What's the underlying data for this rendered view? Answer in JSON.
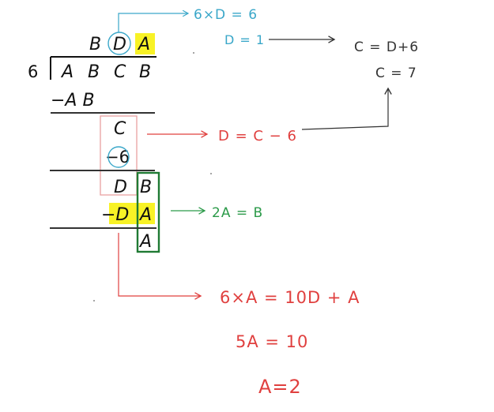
{
  "colors": {
    "ink": "#111111",
    "blue": "#3aa7c9",
    "red": "#e0403f",
    "green": "#1f7a33",
    "highlight": "#f8f226",
    "box_red": "#e9a0a0"
  },
  "division": {
    "quotient": [
      "B",
      "D",
      "A"
    ],
    "divisor": "6",
    "dividend": [
      "A",
      "B",
      "C",
      "B"
    ],
    "step1": "−A B",
    "step2_c": "C",
    "step2_sub": "−6",
    "step3": [
      "D",
      "B"
    ],
    "step3_sub": [
      "−D",
      "A"
    ],
    "remainder": "A"
  },
  "notes": {
    "blue_1": "6×D = 6",
    "blue_2": "D = 1",
    "right_1": "C = D+6",
    "right_2": "C = 7",
    "red_1": "D = C − 6",
    "green_1": "2A = B",
    "red_2": "6×A = 10D + A",
    "red_3": "5A = 10",
    "red_4": "A=2"
  }
}
